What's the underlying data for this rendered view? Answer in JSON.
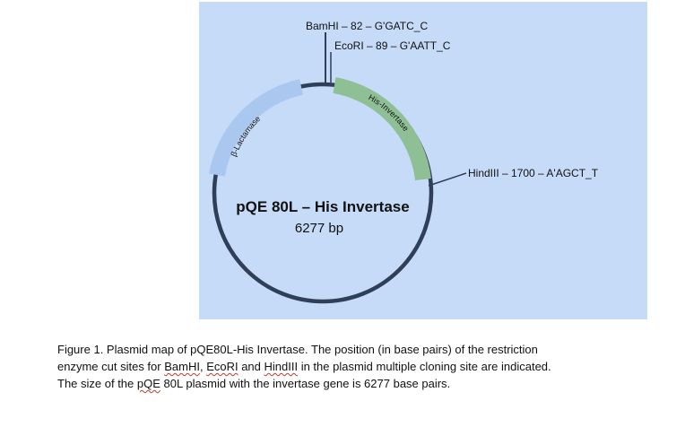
{
  "colors": {
    "panel": "#c5dbf8",
    "ring": "#2f3f57",
    "circle_fill": "#c5dbf8",
    "lactamase_arrow": "#a9c7ef",
    "insert_arrow": "#8fbf95",
    "text": "#111111",
    "spellcheck": "#c0392b"
  },
  "plasmid": {
    "name": "pQE 80L – His Invertase",
    "size": "6277 bp"
  },
  "features": {
    "lactamase_label": "β-Lactamase",
    "insert_label": "His-Invertase"
  },
  "sites": {
    "bamhi": "BamHI – 82 – G'GATC_C",
    "ecori": "EcoRI – 89 – G'AATT_C",
    "hindiii": "HindIII – 1700 – A'AGCT_T"
  },
  "caption": {
    "line1": "Figure 1.  Plasmid map of pQE80L-His Invertase.  The position (in base pairs) of the restriction",
    "line2_pre": "enzyme cut sites for ",
    "line2_bam": "BamHI",
    "line2_sep1": ", ",
    "line2_eco": "EcoRI",
    "line2_sep2": " and ",
    "line2_hind": "HindIII",
    "line2_post": " in the plasmid multiple cloning site are indicated.",
    "line3_pre": "The size of the ",
    "line3_pqe": "pQE",
    "line3_post": " 80L plasmid with the invertase gene is 6277 base pairs."
  }
}
